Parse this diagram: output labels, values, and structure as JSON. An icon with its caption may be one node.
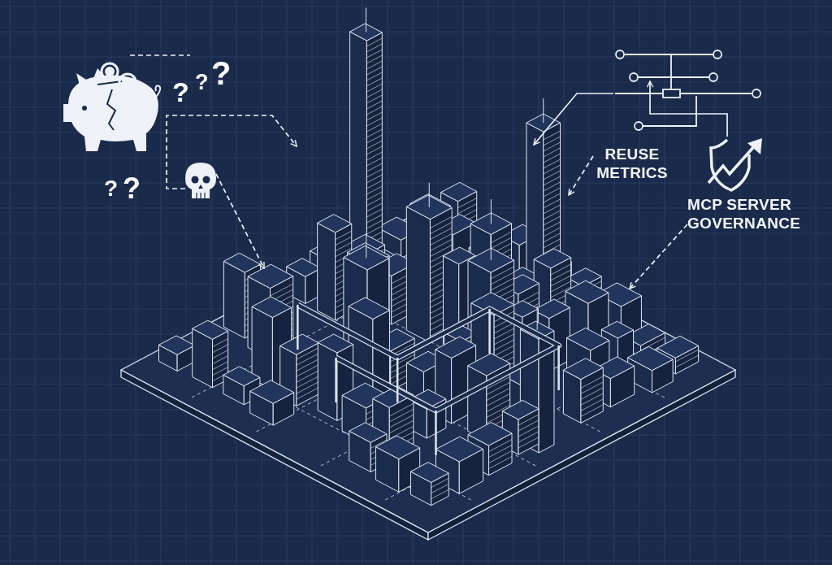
{
  "diagram": {
    "nodes": [
      {
        "text": [],
        "shape": "picture"
      },
      {
        "text": [],
        "shape": "picture"
      },
      {
        "text": [],
        "shape": "picture"
      },
      {
        "text": [
          "REUSE METRICS"
        ]
      },
      {
        "text": [
          "MCP SERVER GOVERNANCE"
        ]
      },
      {
        "text": [],
        "shape": "picture"
      },
      {
        "text": [],
        "shape": "picture"
      }
    ],
    "edges": [
      {
        "from": 1,
        "to": 2,
        "arrow": "to",
        "style": "dashed"
      },
      {
        "from": 1,
        "to": 2,
        "arrow": "to",
        "style": "dashed"
      },
      {
        "from": 3,
        "to": 2,
        "arrow": "to",
        "style": "dashed"
      },
      {
        "from": 4,
        "to": 2,
        "arrow": "to",
        "style": "dashed"
      },
      {
        "from": 5,
        "to": 2,
        "arrow": "to"
      },
      {
        "from": 6,
        "to": 5,
        "arrow": "to"
      }
    ],
    "labels": [
      "?",
      "?",
      "?",
      "?",
      "?"
    ]
  }
}
